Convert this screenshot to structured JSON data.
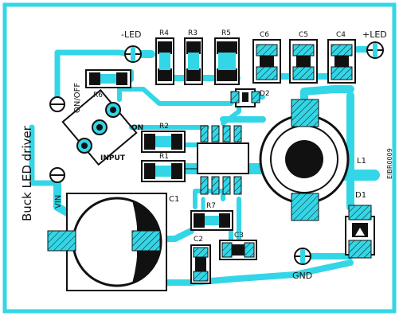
{
  "board": {
    "title": "Buck LED driver",
    "side_code": "EIBR0009",
    "colors": {
      "trace": "#33d6e6",
      "pad_fill": "#33d6e6",
      "outline": "#111111",
      "background": "#ffffff"
    }
  },
  "labels": {
    "led_minus": "-LED",
    "led_plus": "+LED",
    "r4": "R4",
    "r3": "R3",
    "r5": "R5",
    "c6": "C6",
    "c5": "C5",
    "c4": "C4",
    "on_off": "ON/OFF",
    "r6": "R6",
    "d2": "D2",
    "on": "ON",
    "r2": "R2",
    "r1": "R1",
    "input": "INPUT",
    "l1": "L1",
    "vin": "VIN",
    "c1": "C1",
    "d1": "D1",
    "r7": "R7",
    "c2": "C2",
    "c3": "C3",
    "gnd": "GND"
  }
}
